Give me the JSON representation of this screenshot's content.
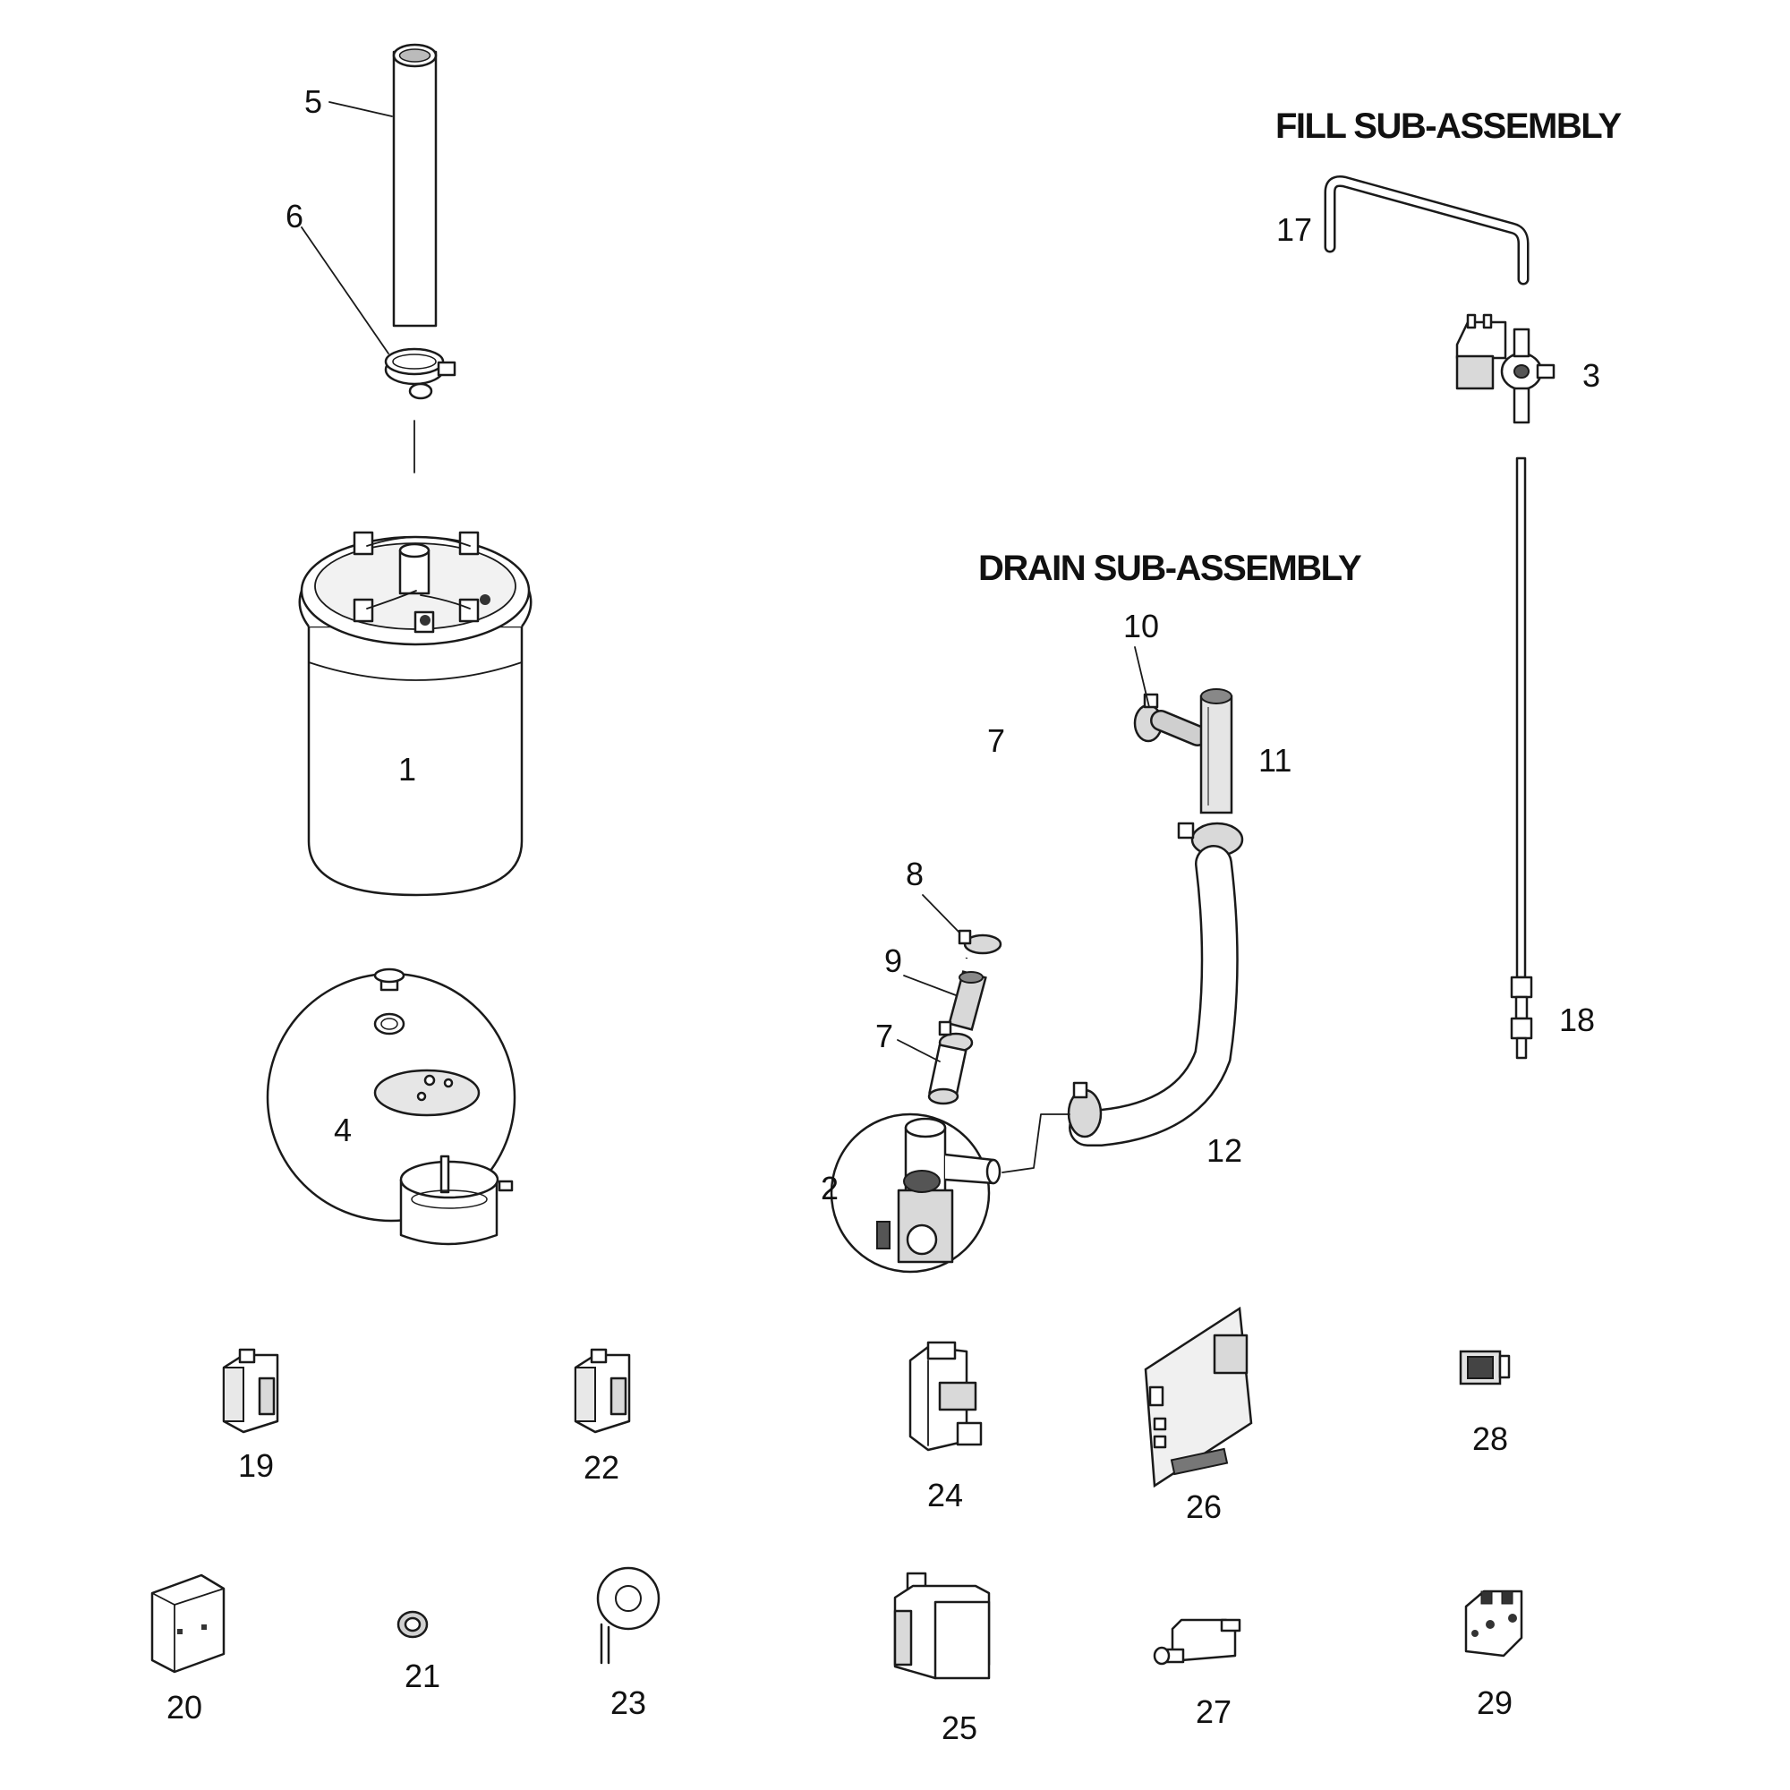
{
  "titles": {
    "fill": "FILL SUB-ASSEMBLY",
    "drain": "DRAIN SUB-ASSEMBLY"
  },
  "labels": {
    "p1": "1",
    "p2": "2",
    "p3": "3",
    "p4": "4",
    "p5": "5",
    "p6": "6",
    "p7a": "7",
    "p7b": "7",
    "p8": "8",
    "p9": "9",
    "p10": "10",
    "p11": "11",
    "p12": "12",
    "p17": "17",
    "p18": "18",
    "p19": "19",
    "p20": "20",
    "p21": "21",
    "p22": "22",
    "p23": "23",
    "p24": "24",
    "p25": "25",
    "p26": "26",
    "p27": "27",
    "p28": "28",
    "p29": "29"
  }
}
